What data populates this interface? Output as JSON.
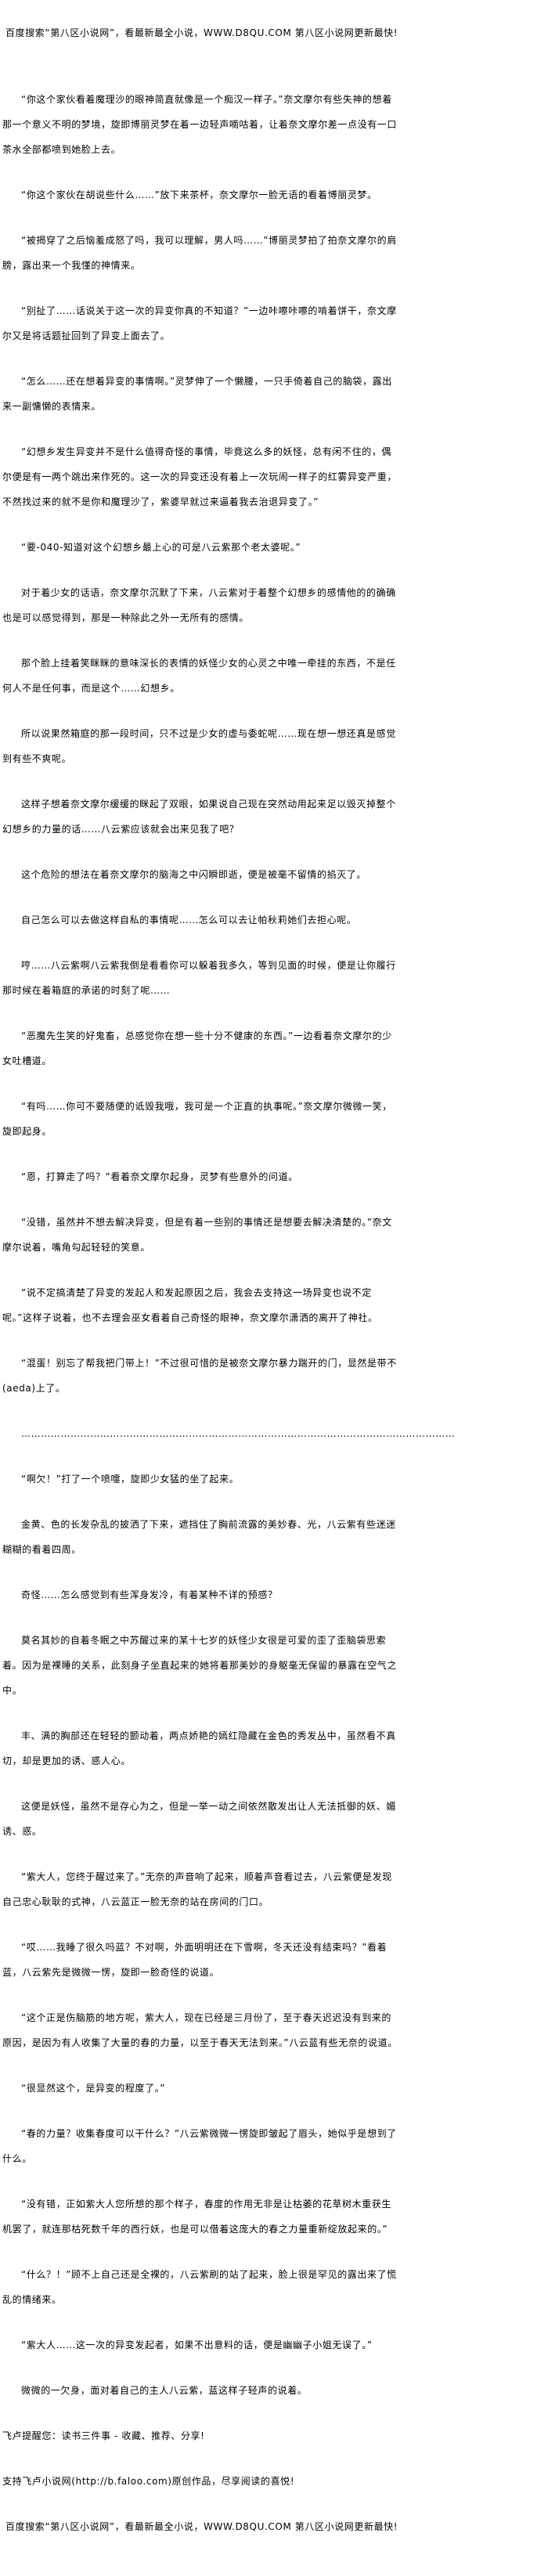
{
  "header_banner": "百度搜索“第八区小说网”，看最新最全小说，WWW.D8QU.COM  第八区小说网更新最快!",
  "paragraphs": [
    "“你这个家伙看着魔理沙的眼神简直就像是一个痴汉一样子。”奈文摩尔有些失神的想着那一个意义不明的梦境，旋即博丽灵梦在着一边轻声嘀咕着，让着奈文摩尔差一点没有一口茶水全部都喷到她脸上去。",
    "“你这个家伙在胡说些什么……”放下来茶杯，奈文摩尔一脸无语的看着博丽灵梦。",
    "“被揭穿了之后恼羞成怒了吗，我可以理解，男人吗……”博丽灵梦拍了拍奈文摩尔的肩膀，露出来一个我懂的神情来。",
    "“别扯了……话说关于这一次的异变你真的不知道？”一边咔嚓咔嚓的啃着饼干，奈文摩尔又是将话题扯回到了异变上面去了。",
    "“怎么……还在想着异变的事情啊。”灵梦伸了一个懒腰，一只手倚着自己的脑袋，露出来一副慵懒的表情来。",
    "“幻想乡发生异变并不是什么值得奇怪的事情，毕竟这么多的妖怪，总有闲不住的，偶尔便是有一两个跳出来作死的。这一次的异变还没有着上一次玩闹一样子的红雾异变严重，不然找过来的就不是你和魔理沙了，紫婆早就过来逼着我去治退异变了。”",
    "“要-040-知道对这个幻想乡最上心的可是八云紫那个老太婆呢。”",
    "对于着少女的话语，奈文摩尔沉默了下来，八云紫对于着整个幻想乡的感情他的的确确也是可以感觉得到，那是一种除此之外一无所有的感情。",
    "那个脸上挂着笑眯眯的意味深长的表情的妖怪少女的心灵之中唯一牵挂的东西，不是任何人不是任何事，而是这个……幻想乡。",
    "所以说果然箱庭的那一段时间，只不过是少女的虚与委蛇呢……现在想一想还真是感觉到有些不爽呢。",
    "这样子想着奈文摩尔缓缓的眯起了双眼，如果说自己现在突然动用起来足以毁灭掉整个幻想乡的力量的话……八云紫应该就会出来见我了吧？",
    "这个危险的想法在着奈文摩尔的脑海之中闪瞬即逝，便是被毫不留情的掐灭了。",
    "自己怎么可以去做这样自私的事情呢……怎么可以去让帕秋莉她们去担心呢。",
    "哼……八云紫啊八云紫我倒是看看你可以躲着我多久，等到见面的时候，便是让你履行那时候在着箱庭的承诺的时刻了呢……",
    "“恶魔先生笑的好鬼畜，总感觉你在想一些十分不健康的东西。”一边看着奈文摩尔的少女吐槽道。",
    "“有吗……你可不要随便的诋毁我哦，我可是一个正直的执事呢。”奈文摩尔微微一笑，旋即起身。",
    "“恩，打算走了吗？”看着奈文摩尔起身，灵梦有些意外的问道。",
    "“没错，虽然并不想去解决异变，但是有着一些别的事情还是想要去解决清楚的。”奈文摩尔说着，嘴角勾起轻轻的笑意。",
    "“说不定搞清楚了异变的发起人和发起原因之后，我会去支持这一场异变也说不定呢。”这样子说着，也不去理会巫女看着自己奇怪的眼神，奈文摩尔潇洒的离开了神社。",
    "“混蛋！别忘了帮我把门带上！”不过很可惜的是被奈文摩尔暴力踹开的门，显然是带不(aeda)上了。",
    "……………………………………………………………………………………………………………………",
    "“啊欠！”打了一个喷嚏，旋即少女猛的坐了起来。",
    "金黄、色的长发杂乱的披洒了下来，遮挡住了胸前流露的美妙春、光，八云紫有些迷迷糊糊的看着四周。",
    "奇怪……怎么感觉到有些浑身发冷，有着某种不详的预感？",
    "莫名其妙的自着冬眠之中苏醒过来的某十七岁的妖怪少女很是可爱的歪了歪脑袋思索着。因为是裸睡的关系，此刻身子坐直起来的她将着那美妙的身躯毫无保留的暴露在空气之中。",
    "丰、满的胸部还在轻轻的颤动着，两点娇艳的嫣红隐藏在金色的秀发丛中，虽然看不真切，却是更加的诱、惑人心。",
    "这便是妖怪，虽然不是存心为之，但是一举一动之间依然散发出让人无法抵御的妖、媚诱、惑。",
    "“紫大人，您终于醒过来了。”无奈的声音响了起来，顺着声音看过去，八云紫便是发现自己忠心耿耿的式神，八云蓝正一脸无奈的站在房间的门口。",
    "“哎……我睡了很久吗蓝？不对啊，外面明明还在下雪啊，冬天还没有结束吗？”看着蓝，八云紫先是微微一愣，旋即一脸奇怪的说道。",
    "“这个正是伤脑筋的地方呢，紫大人，现在已经是三月份了，至于春天迟迟没有到来的原因，是因为有人收集了大量的春的力量，以至于春天无法到来。”八云蓝有些无奈的说道。",
    "“很显然这个，是异变的程度了。”",
    "“春的力量？收集春度可以干什么？”八云紫微微一愣旋即皱起了眉头，她似乎是想到了什么。",
    "“没有错，正如紫大人您所想的那个样子，春度的作用无非是让枯萎的花草树木重获生机罢了，就连那枯死数千年的西行妖，也是可以借着这庞大的春之力量重新绽放起来的。”",
    "“什么？！”顾不上自己还是全裸的，八云紫刷的站了起来，脸上很是罕见的露出来了慌乱的情绪来。",
    "“紫大人……这一次的异变发起者，如果不出意料的话，便是幽幽子小姐无误了。”",
    "微微的一欠身，面对着自己的主人八云紫，蓝这样子轻声的说着。"
  ],
  "footer": {
    "reminder": "飞卢提醒您：读书三件事 - 收藏、推荐、分享!",
    "support": "支持飞卢小说网(http://b.faloo.com)原创作品，尽享阅读的喜悦!",
    "banner": "百度搜索“第八区小说网”，看最新最全小说，WWW.D8QU.COM  第八区小说网更新最快!"
  }
}
